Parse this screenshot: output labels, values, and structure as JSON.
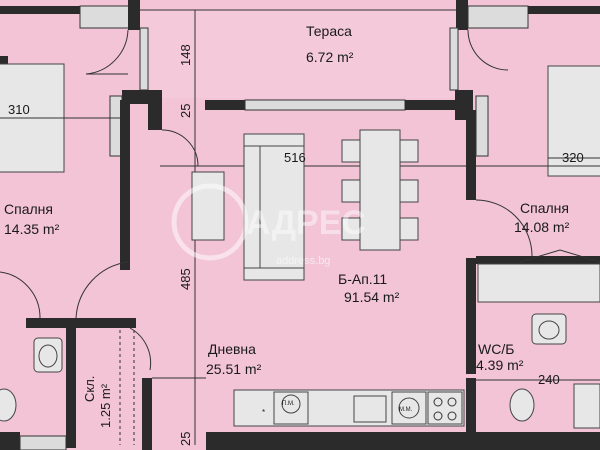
{
  "rooms": {
    "terrace": {
      "name": "Тераса",
      "area": "6.72 m²"
    },
    "bedroom_left": {
      "name": "Спалня",
      "area": "14.35 m²"
    },
    "bedroom_right": {
      "name": "Спалня",
      "area": "14.08 m²"
    },
    "apartment": {
      "name": "Б-Ап.11",
      "area": "91.54 m²"
    },
    "living": {
      "name": "Дневна",
      "area": "25.51 m²"
    },
    "storage": {
      "name": "Скл.",
      "area": "1.25 m²"
    },
    "wc": {
      "name": "WC/Б",
      "area": "4.39 m²"
    }
  },
  "dimensions": {
    "terrace_depth": "148",
    "wall_25_top": "25",
    "wall_25_bottom": "25",
    "left_bedroom_width": "310",
    "right_bedroom_width": "320",
    "living_width": "516",
    "living_depth": "485",
    "wc_width": "240"
  },
  "appliances": {
    "dishwasher": "П.М.",
    "washer": "М.М."
  },
  "watermark": "address.bg"
}
